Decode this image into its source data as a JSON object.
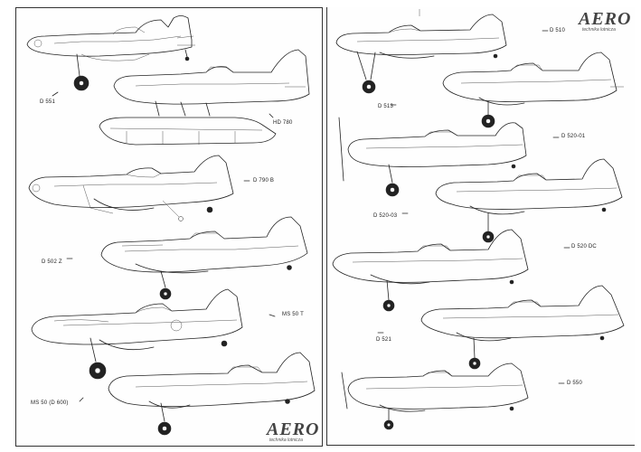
{
  "left_page": {
    "labels": [
      "D 551",
      "HD 780",
      "D 790 B",
      "D 502 Z",
      "MS 50 T",
      "MS 50   (D 600)"
    ],
    "logo": {
      "title": "AERO",
      "subtitle": "technika lotnicza"
    }
  },
  "right_page": {
    "labels": [
      "D 510",
      "D 513",
      "D 520-01",
      "D 520-03",
      "D 520 DC",
      "D 521",
      "D 550"
    ],
    "logo": {
      "title": "AERO",
      "subtitle": "technika lotnicza"
    }
  }
}
